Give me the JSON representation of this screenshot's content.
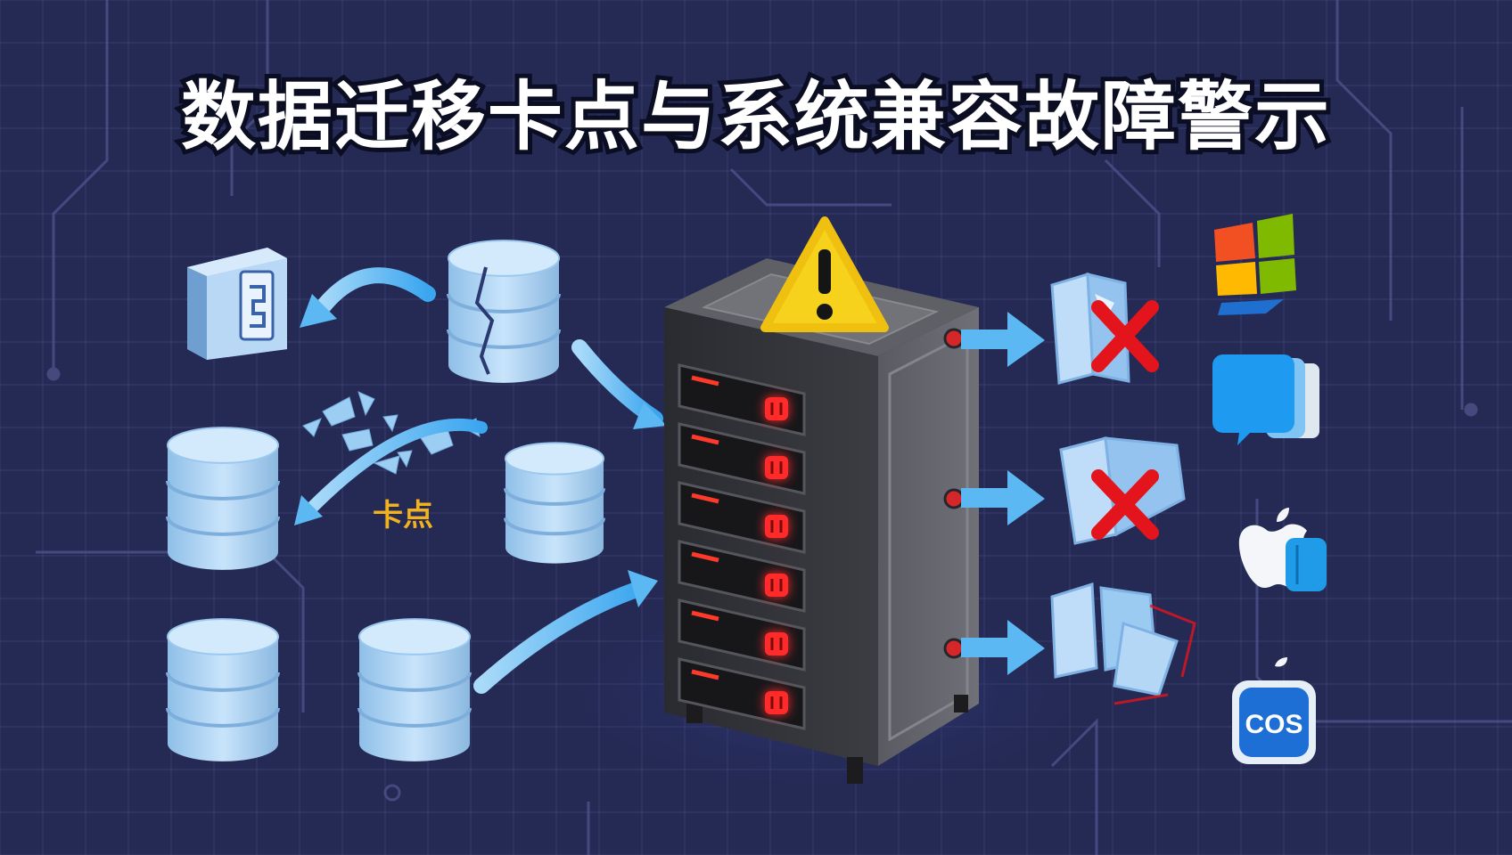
{
  "title": "数据迁移卡点与系统兼容故障警示",
  "stuck_label": "卡点",
  "os_icons": [
    "windows-logo-icon",
    "chat-app-icon",
    "apple-finder-icon",
    "cos-app-icon"
  ],
  "os_cos_label": "COS",
  "colors": {
    "background": "#252a55",
    "grid": "#3b4173",
    "database": "#a9d3f5",
    "arrow": "#5cb8f2",
    "server_body": "#4f5056",
    "led_red": "#ff2a2a",
    "warning": "#f7d21c",
    "error_x": "#e3141b",
    "title": "#ffffff",
    "stuck_label": "#f2b21b"
  }
}
